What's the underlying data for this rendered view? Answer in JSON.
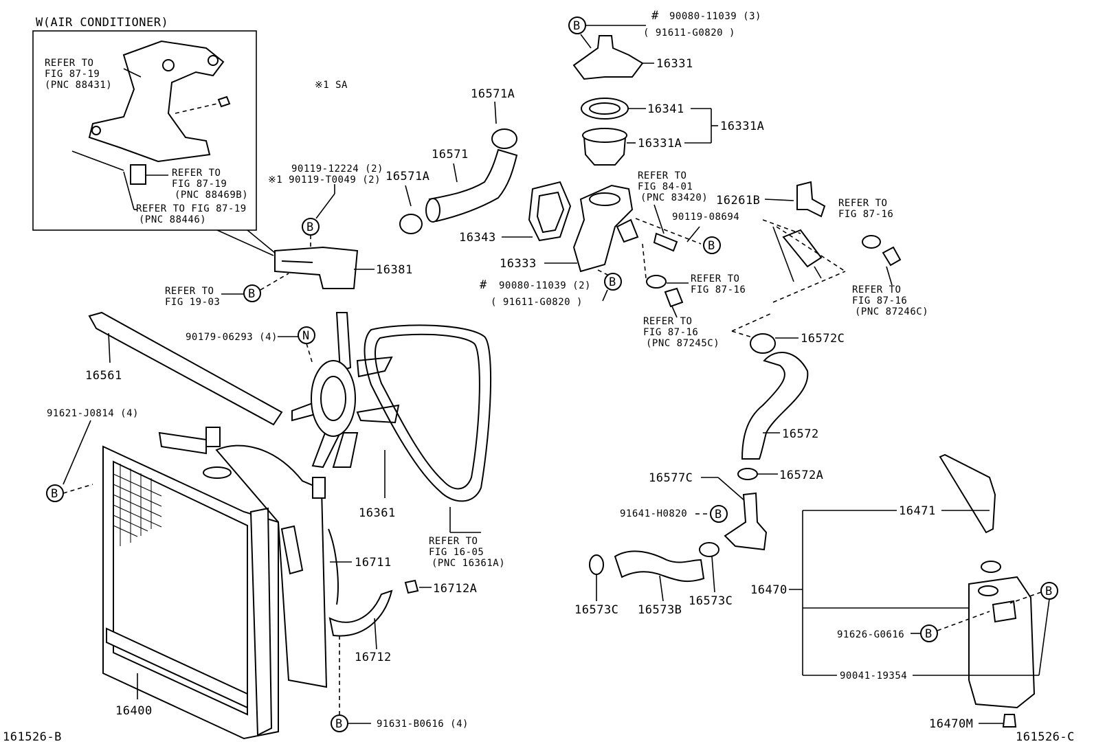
{
  "inset": {
    "title": "W(AIR CONDITIONER)",
    "refs": [
      {
        "lines": [
          "REFER TO",
          "FIG 87-19",
          "(PNC 88431)"
        ]
      },
      {
        "lines": [
          "REFER TO",
          "FIG 87-19",
          "(PNC 88469B)"
        ]
      },
      {
        "lines": [
          "REFER TO FIG 87-19",
          "(PNC 88446)"
        ]
      }
    ]
  },
  "note_sa": "※1 SA",
  "bubbles": {
    "b": "B",
    "n": "N"
  },
  "parts": {
    "p16331": "16331",
    "p16341": "16341",
    "p16331A_a": "16331A",
    "p16331A_b": "16331A",
    "p16571A_a": "16571A",
    "p16571": "16571",
    "p16571A_b": "16571A",
    "p16343": "16343",
    "p16333": "16333",
    "p16381": "16381",
    "p16261B": "16261B",
    "p16572C": "16572C",
    "p16561": "16561",
    "p16572": "16572",
    "p16577C": "16577C",
    "p16572A": "16572A",
    "p16471": "16471",
    "p16361": "16361",
    "p16711": "16711",
    "p16712A": "16712A",
    "p16712": "16712",
    "p16400": "16400",
    "p16470": "16470",
    "p16573C_a": "16573C",
    "p16573B": "16573B",
    "p16573C_b": "16573C",
    "p16470M": "16470M"
  },
  "codes": {
    "c_top_hash": "#",
    "c_top": "90080-11039 (3)",
    "c_top_sub": "( 91611-G0820 )",
    "c_12224": "90119-12224 (2)",
    "c_t0049": "※1 90119-T0049 (2)",
    "c_08694": "90119-08694",
    "c_mid_hash": "#",
    "c_mid": "90080-11039 (2)",
    "c_mid_sub": "( 91611-G0820 )",
    "c_06293": "90179-06293 (4)",
    "c_j0814": "91621-J0814 (4)",
    "c_h0820": "91641-H0820",
    "c_g0616": "91626-G0616",
    "c_19354": "90041-19354",
    "c_b0616": "91631-B0616 (4)"
  },
  "refs": {
    "r_fig1903": [
      "REFER TO",
      "FIG 19-03"
    ],
    "r_fig8401": [
      "REFER TO",
      "FIG 84-01",
      "(PNC 83420)"
    ],
    "r_fig8716a": [
      "REFER TO",
      "FIG 87-16"
    ],
    "r_fig8716b": [
      "REFER TO",
      "FIG 87-16"
    ],
    "r_fig8716c": [
      "REFER TO",
      "FIG 87-16",
      "(PNC 87245C)"
    ],
    "r_fig8716d": [
      "REFER TO",
      "FIG 87-16",
      "(PNC 87246C)"
    ],
    "r_fig1605": [
      "REFER TO",
      "FIG 16-05",
      "(PNC 16361A)"
    ]
  },
  "figure_ids": {
    "left": "161526-B",
    "right": "161526-C"
  }
}
